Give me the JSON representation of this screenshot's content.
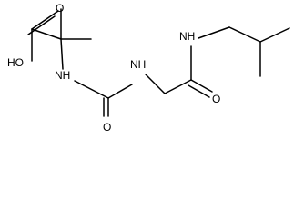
{
  "molecule": {
    "atoms": {
      "hydroxyl": "HO",
      "carboxyl_oxygen": "O",
      "amine_left": "NH",
      "amine_middle": "NH",
      "urea_oxygen": "O",
      "amide_oxygen": "O",
      "amine_right": "NH"
    },
    "colors": {
      "bond": "#000000",
      "label": "#000000",
      "background": "#ffffff"
    }
  }
}
